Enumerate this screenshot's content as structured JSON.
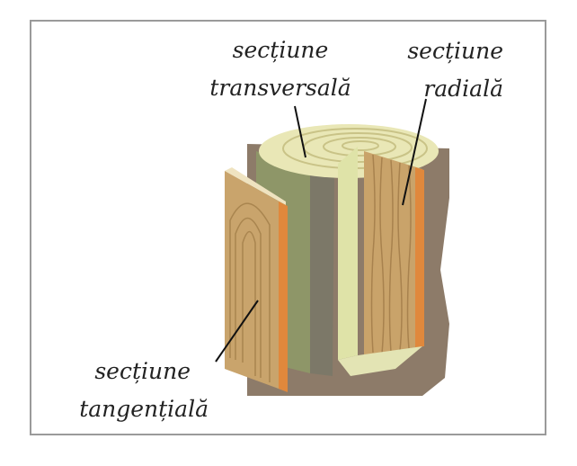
{
  "labels": {
    "transversal": {
      "line1": "secțiune",
      "line2": "transversală"
    },
    "radial": {
      "line1": "secțiune",
      "line2": "radială"
    },
    "tangential": {
      "line1": "secțiune",
      "line2": "tangențială"
    }
  }
}
